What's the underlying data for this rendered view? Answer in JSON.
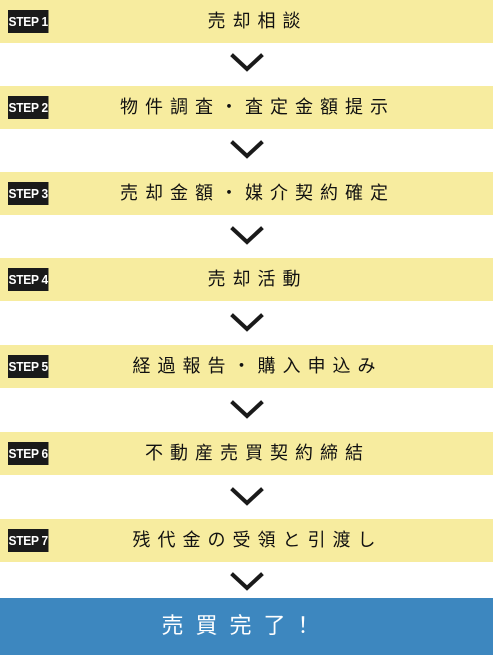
{
  "steps": [
    {
      "badge": "STEP 1",
      "label": "売却相談"
    },
    {
      "badge": "STEP 2",
      "label": "物件調査・査定金額提示"
    },
    {
      "badge": "STEP 3",
      "label": "売却金額・媒介契約確定"
    },
    {
      "badge": "STEP 4",
      "label": "売却活動"
    },
    {
      "badge": "STEP 5",
      "label": "経過報告・購入申込み"
    },
    {
      "badge": "STEP 6",
      "label": "不動産売買契約締結"
    },
    {
      "badge": "STEP 7",
      "label": "残代金の受領と引渡し"
    }
  ],
  "final": {
    "label": "売買完了！"
  },
  "colors": {
    "step_bg": "#f7ec9f",
    "badge_bg": "#1a1a1a",
    "final_bg": "#3d87bf",
    "arrow": "#1a1a1a"
  },
  "icons": {
    "arrow": "chevron-down-icon"
  }
}
